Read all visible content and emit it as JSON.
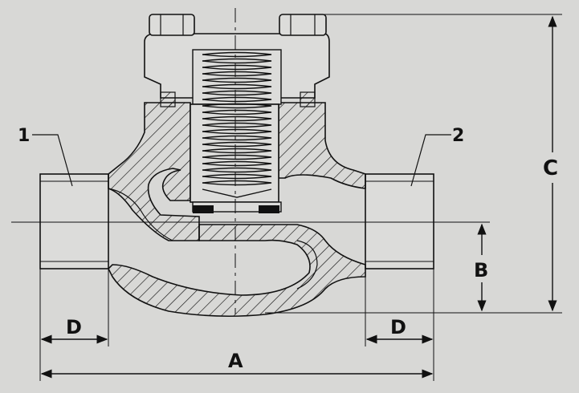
{
  "diagram": {
    "callouts": {
      "inlet": "1",
      "outlet": "2"
    },
    "dimensions": {
      "A": "A",
      "B": "B",
      "C": "C",
      "D_left": "D",
      "D_right": "D"
    }
  },
  "colors": {
    "background": "#d8d8d6",
    "body_fill": "#dcdcda",
    "line": "#111111"
  }
}
